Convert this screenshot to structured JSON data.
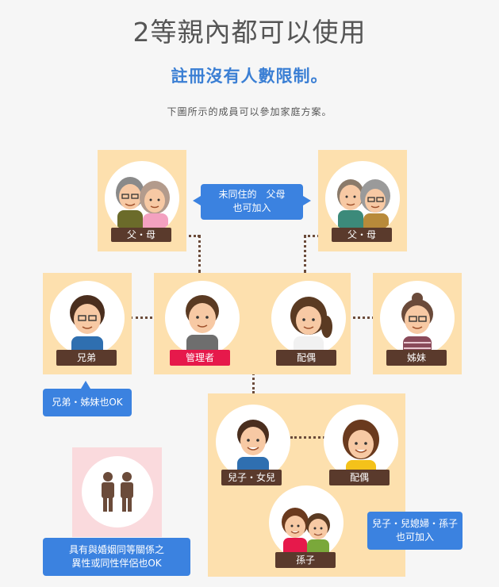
{
  "header": {
    "title": "2等親內都可以使用",
    "subtitle": "註冊沒有人數限制。",
    "description": "下圖所示的成員可以參加家庭方案。"
  },
  "members": {
    "parents_left": "父・母",
    "parents_right": "父・母",
    "sibling_brother": "兄弟",
    "admin": "管理者",
    "spouse": "配偶",
    "sibling_sister": "姊妹",
    "child": "兒子・女兒",
    "child_spouse": "配偶",
    "grandchild": "孫子"
  },
  "notes": {
    "parents_note": [
      "未同住的　父母",
      "也可加入"
    ],
    "siblings_note": "兄弟・姊妹也OK",
    "partner_note": [
      "具有與婚姻同等關係之",
      "異性或同性伴侶也OK"
    ],
    "children_note": [
      "兒子・兒媳婦・孫子",
      "也可加入"
    ]
  },
  "colors": {
    "panel": "#fde0ae",
    "label": "#5a3a2c",
    "admin_label": "#e6194b",
    "note": "#3b82e0",
    "partner_panel": "#fadadd"
  },
  "icons": {
    "partner_icon": "two-people-icon"
  }
}
